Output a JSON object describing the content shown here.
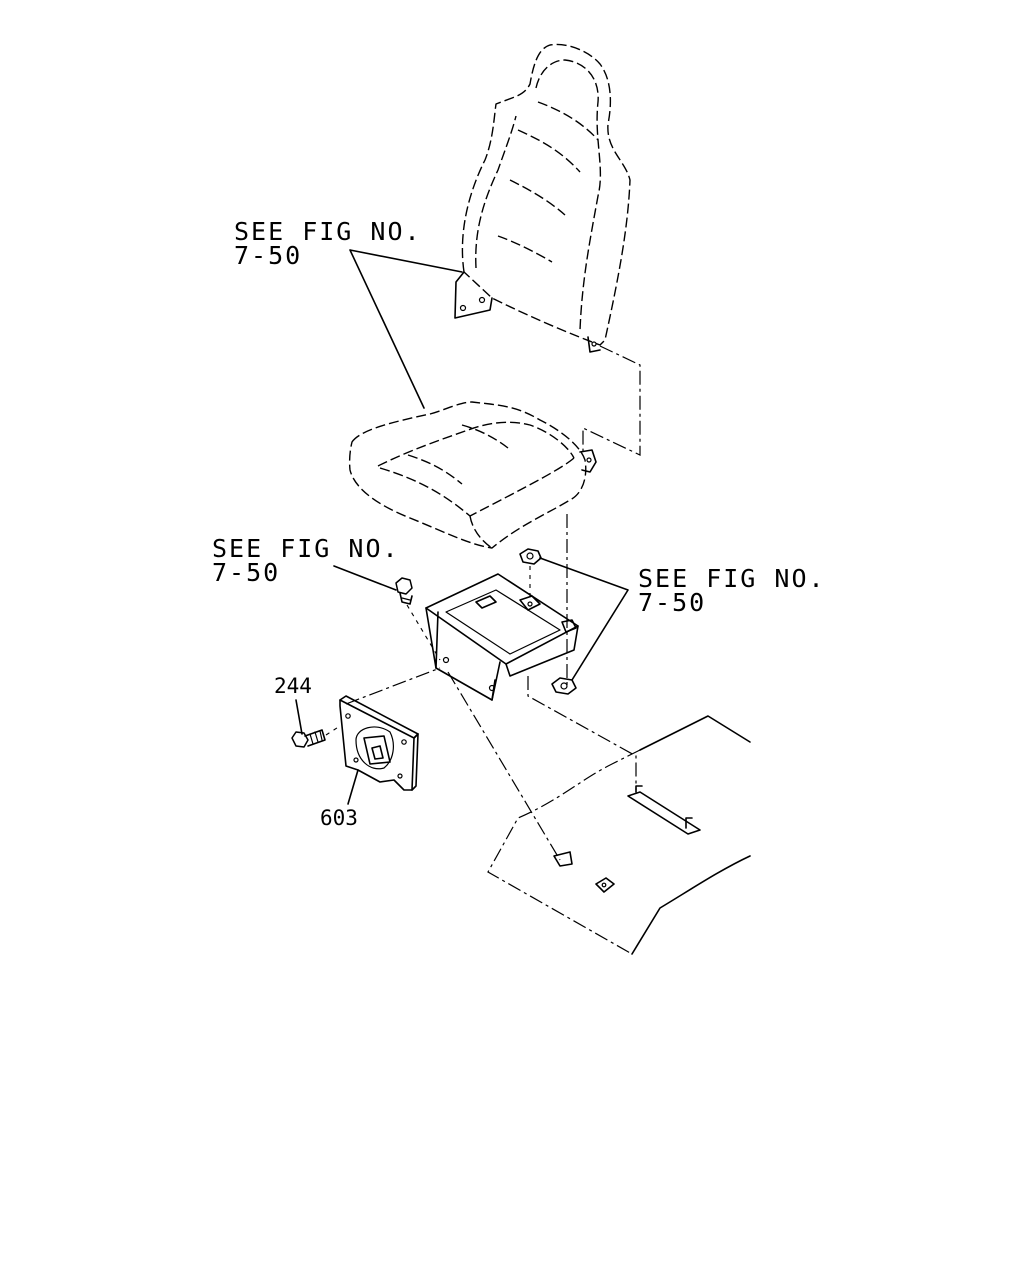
{
  "callouts": {
    "top": {
      "line1": "SEE FIG NO.",
      "line2": "7-50"
    },
    "left": {
      "line1": "SEE FIG NO.",
      "line2": "7-50"
    },
    "right": {
      "line1": "SEE FIG NO.",
      "line2": "7-50"
    }
  },
  "parts": {
    "bolt_number": "244",
    "bracket_number": "603"
  }
}
